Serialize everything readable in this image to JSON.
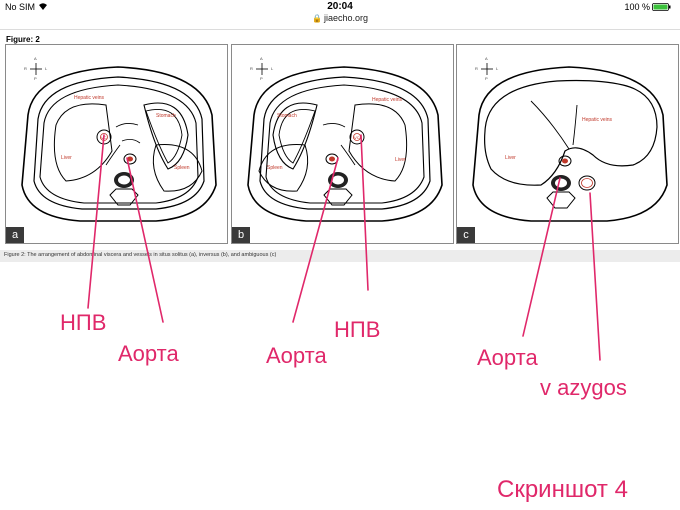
{
  "status_bar": {
    "carrier": "No SIM",
    "time": "20:04",
    "battery": "100 %"
  },
  "url_bar": {
    "url": "jiaecho.org"
  },
  "figure": {
    "label": "Figure: 2",
    "caption": "Figure 2: The arrangement of abdominal viscera and vessels in situs solitus (a), inversus (b), and ambiguous (c)",
    "compass": {
      "a": "A",
      "p": "P",
      "r": "R",
      "l": "L"
    },
    "panels": [
      {
        "letter": "a",
        "labels": {
          "hepatic": "Hepatic veins",
          "stomach": "Stomach",
          "liver": "Liver",
          "spleen": "Spleen",
          "ivc": "IVC"
        }
      },
      {
        "letter": "b",
        "labels": {
          "hepatic": "Hepatic veins",
          "stomach": "Stomach",
          "liver": "Liver",
          "spleen": "Spleen",
          "ivc": "IVC"
        }
      },
      {
        "letter": "c",
        "labels": {
          "hepatic": "Hepatic veins",
          "liver": "Liver"
        }
      }
    ]
  },
  "annotations": {
    "a_ivc": "НПВ",
    "a_aorta": "Аорта",
    "b_aorta": "Аорта",
    "b_ivc": "НПВ",
    "c_aorta": "Аорта",
    "c_azygos": "v azygos"
  },
  "screenshot_label": "Скриншот 4",
  "colors": {
    "annotation": "#e0286a",
    "organ_label": "#c0392b"
  }
}
